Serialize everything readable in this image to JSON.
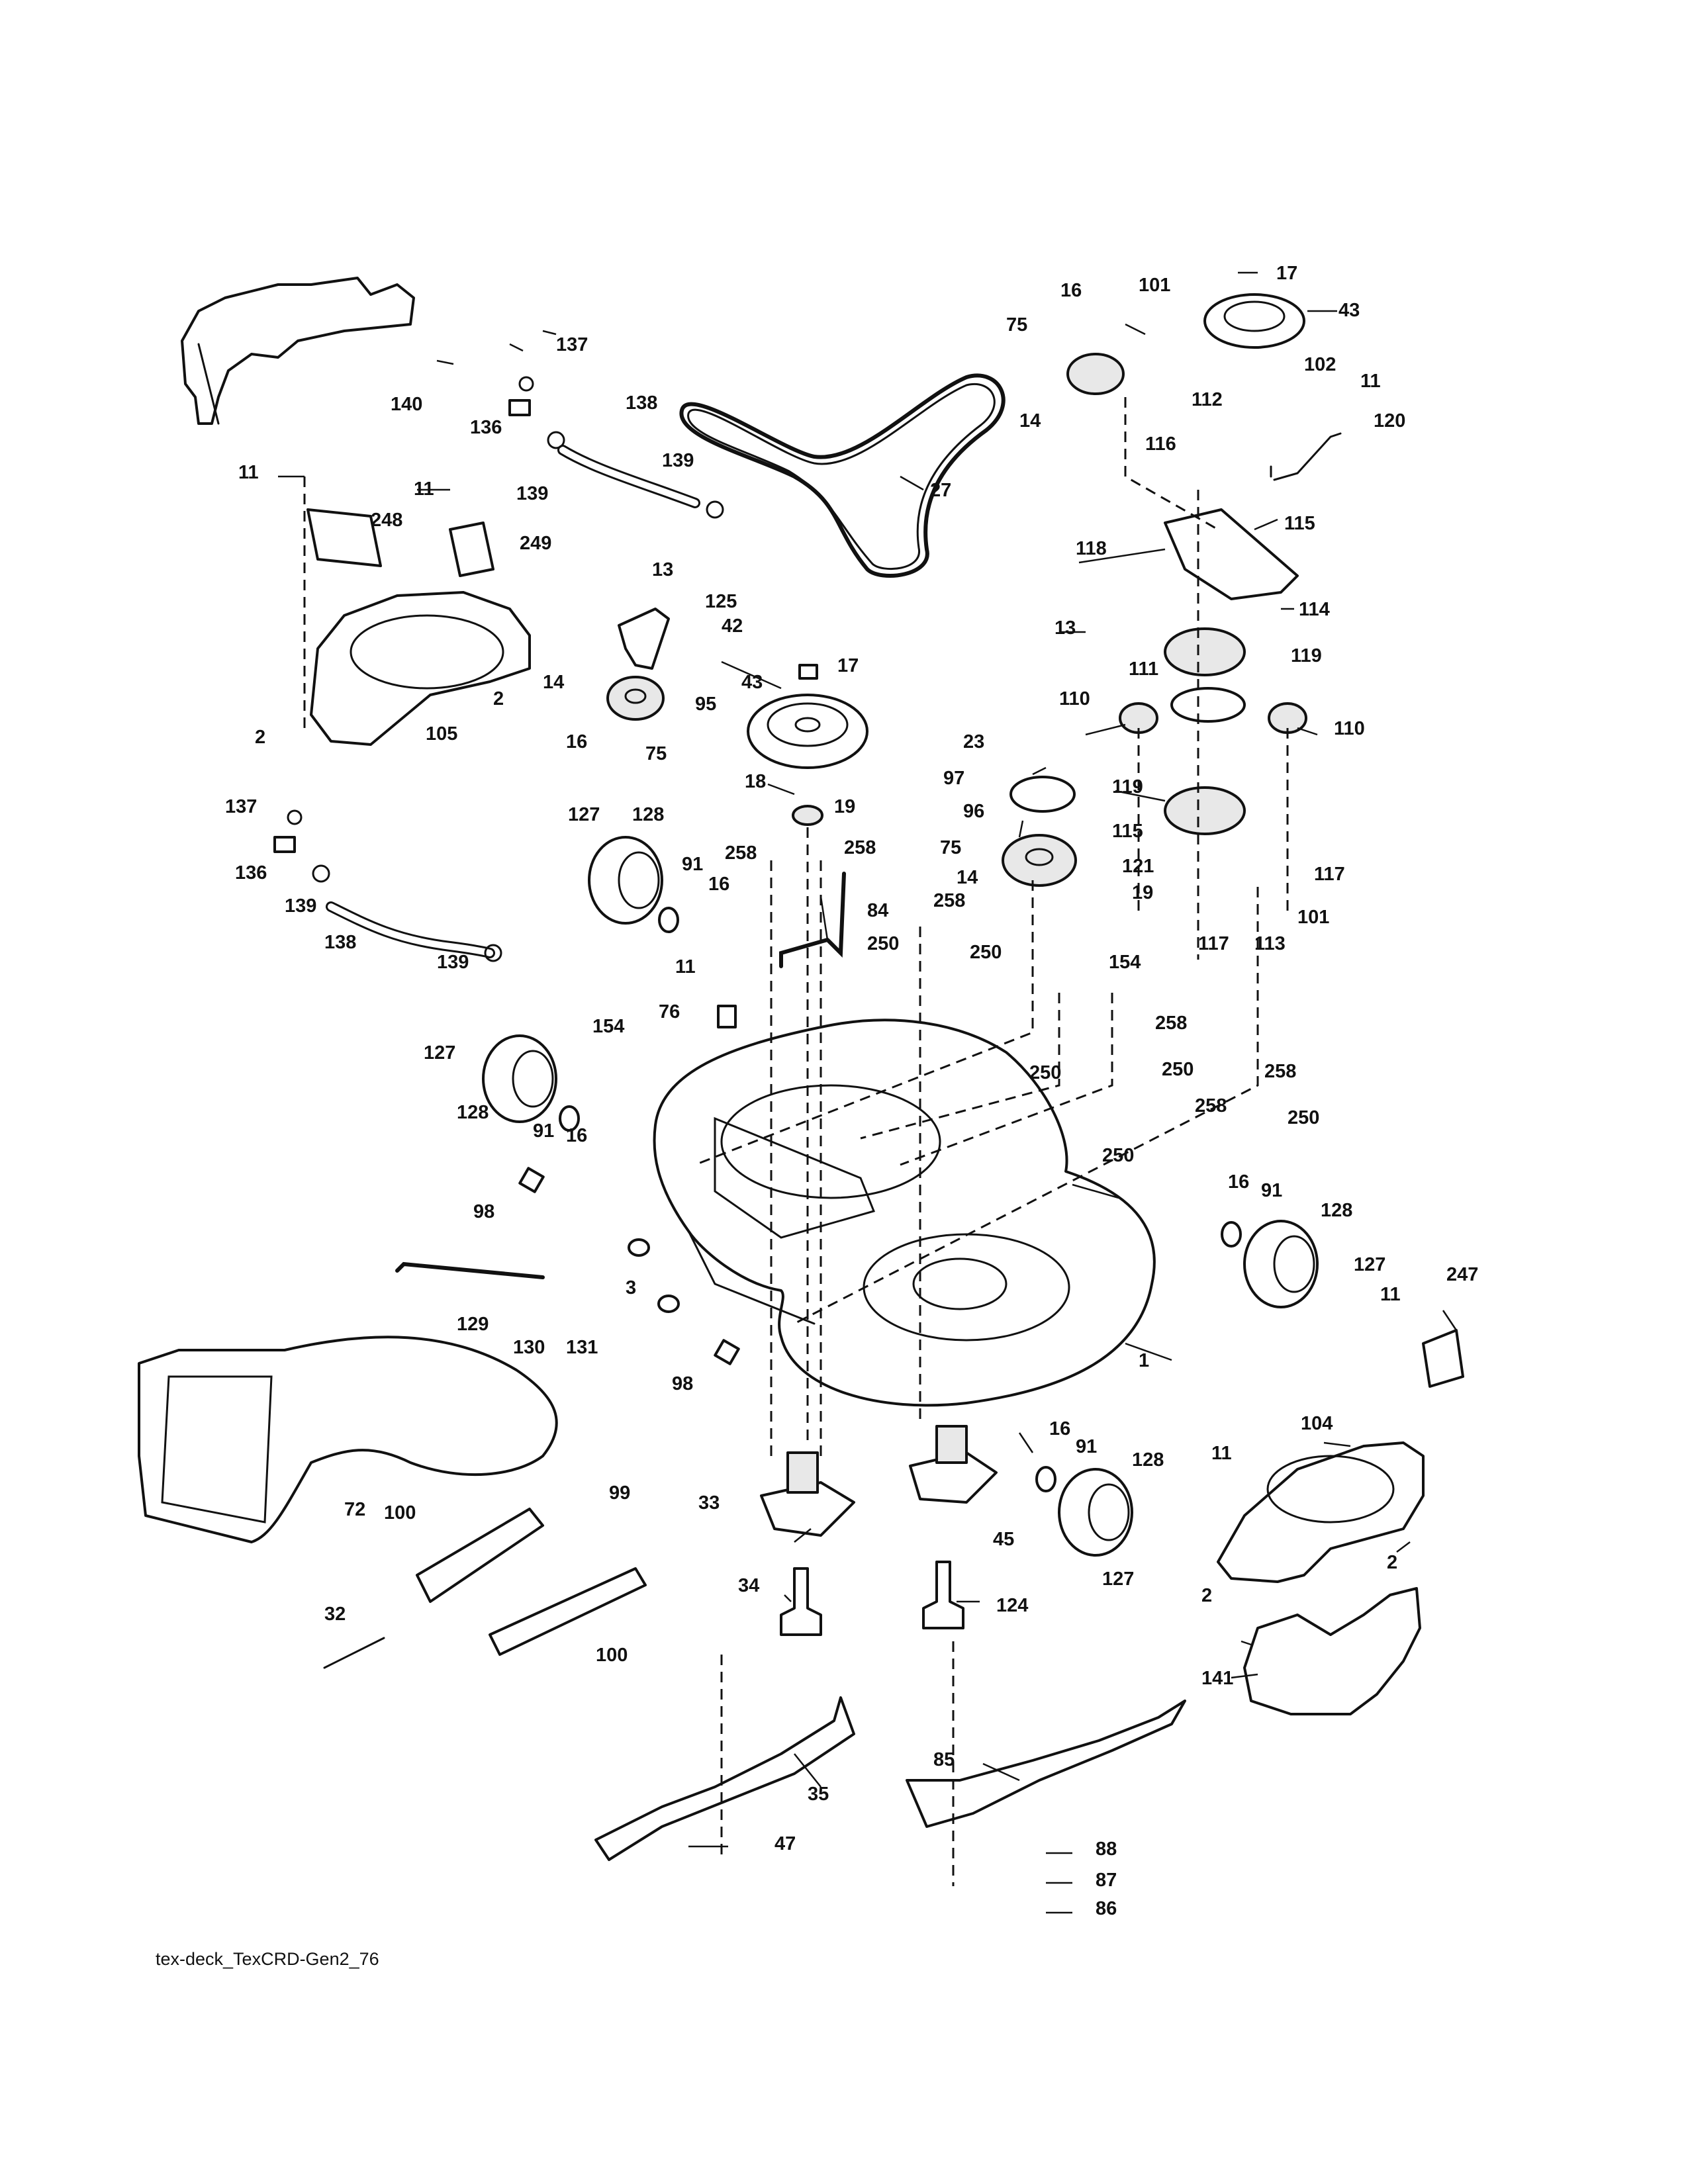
{
  "footer": {
    "drawing_code": "tex-deck_TexCRD-Gen2_76"
  },
  "callouts": [
    "1",
    "2",
    "3",
    "11",
    "13",
    "14",
    "16",
    "17",
    "18",
    "19",
    "23",
    "27",
    "32",
    "33",
    "34",
    "35",
    "42",
    "43",
    "45",
    "47",
    "72",
    "75",
    "76",
    "84",
    "85",
    "86",
    "87",
    "88",
    "91",
    "95",
    "96",
    "97",
    "98",
    "99",
    "100",
    "101",
    "102",
    "104",
    "105",
    "110",
    "111",
    "112",
    "113",
    "114",
    "115",
    "116",
    "117",
    "118",
    "119",
    "120",
    "121",
    "124",
    "125",
    "127",
    "128",
    "129",
    "130",
    "131",
    "136",
    "137",
    "138",
    "139",
    "140",
    "141",
    "154",
    "247",
    "248",
    "249",
    "250",
    "258"
  ]
}
